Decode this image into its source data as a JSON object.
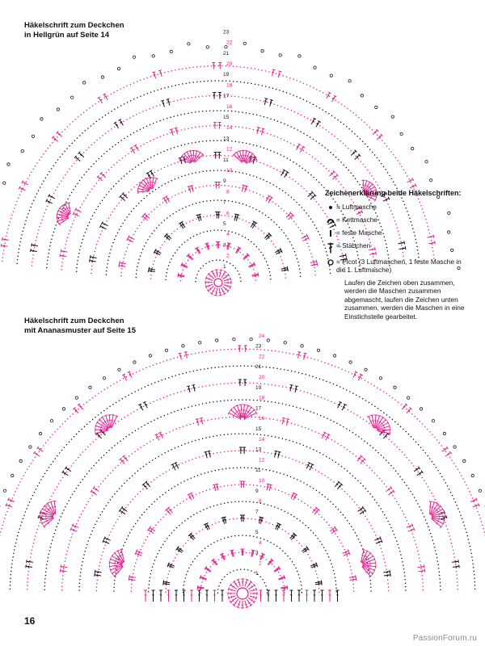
{
  "diagram1": {
    "caption_line1": "Häkelschrift zum Deckchen",
    "caption_line2": "in Hellgrün auf Seite 14",
    "round_numbers": [
      "1",
      "2",
      "3",
      "4",
      "5",
      "6",
      "7",
      "8",
      "9",
      "10",
      "11",
      "12",
      "13",
      "14",
      "15",
      "16",
      "17",
      "18",
      "19",
      "20",
      "21",
      "22",
      "23"
    ]
  },
  "diagram2": {
    "caption_line1": "Häkelschrift zum Deckchen",
    "caption_line2": "mit Ananasmuster auf Seite 15",
    "round_numbers": [
      "1",
      "2",
      "3",
      "4",
      "5",
      "6",
      "7",
      "8",
      "9",
      "10",
      "11",
      "12",
      "13",
      "14",
      "15",
      "16",
      "17",
      "18",
      "19",
      "20",
      "21",
      "22",
      "23",
      "24"
    ]
  },
  "legend": {
    "title": "Zeichenerklärung beide Häkelschriften:",
    "items": [
      {
        "icon": "chain-stitch-icon",
        "text": "= Luftmasche"
      },
      {
        "icon": "slip-stitch-icon",
        "text": "= Kettmasche"
      },
      {
        "icon": "single-crochet-icon",
        "text": "= feste Masche"
      },
      {
        "icon": "double-crochet-icon",
        "text": "= Stäbchen"
      },
      {
        "icon": "picot-icon",
        "text": "= Picot (3 Luftmaschen, 1 feste Masche in die 1. Luftmasche)"
      }
    ],
    "note": "Laufen die Zeichen oben zusammen, werden die Maschen zusammen abgemascht, laufen die Zeichen unten zusammen, werden die Maschen in eine Einstichstelle gearbeitet."
  },
  "colors": {
    "black": "#111111",
    "pink": "#e0208f"
  },
  "page_number": "16",
  "watermark": "PassionForum.ru"
}
